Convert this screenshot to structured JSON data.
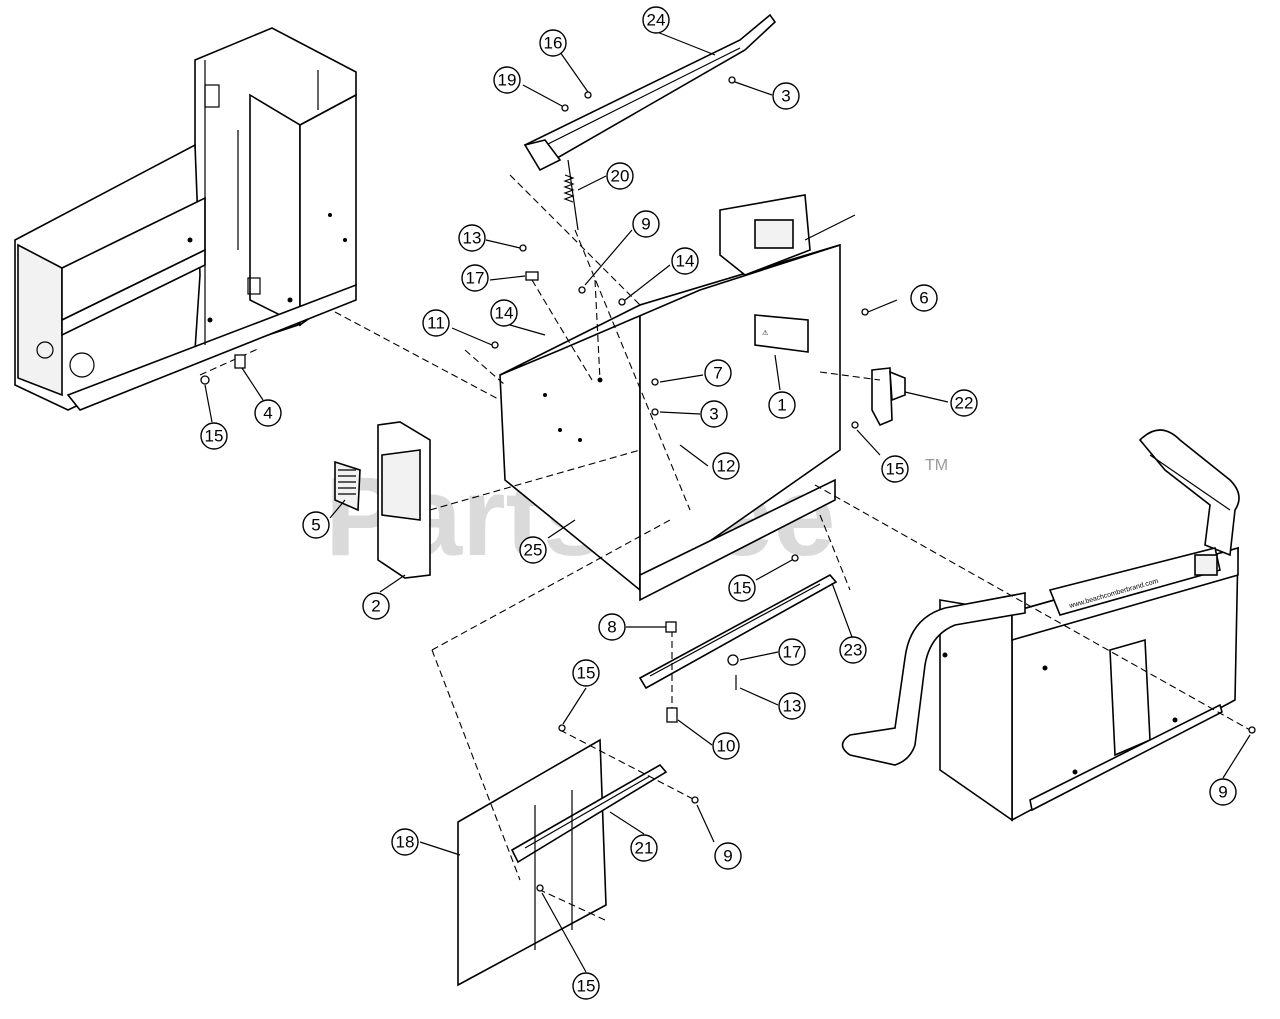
{
  "watermark": {
    "text": "PartsTree",
    "trademark": "TM"
  },
  "callouts": [
    {
      "id": "c24",
      "label": "24"
    },
    {
      "id": "c16",
      "label": "16"
    },
    {
      "id": "c19",
      "label": "19"
    },
    {
      "id": "c3a",
      "label": "3"
    },
    {
      "id": "c20",
      "label": "20"
    },
    {
      "id": "c9a",
      "label": "9"
    },
    {
      "id": "c13a",
      "label": "13"
    },
    {
      "id": "c17a",
      "label": "17"
    },
    {
      "id": "c14a",
      "label": "14"
    },
    {
      "id": "c6",
      "label": "6"
    },
    {
      "id": "c11",
      "label": "11"
    },
    {
      "id": "c14b",
      "label": "14"
    },
    {
      "id": "c7",
      "label": "7"
    },
    {
      "id": "c1",
      "label": "1"
    },
    {
      "id": "c22",
      "label": "22"
    },
    {
      "id": "c3b",
      "label": "3"
    },
    {
      "id": "c15a",
      "label": "15"
    },
    {
      "id": "c4",
      "label": "4"
    },
    {
      "id": "c12",
      "label": "12"
    },
    {
      "id": "c15b",
      "label": "15"
    },
    {
      "id": "c5",
      "label": "5"
    },
    {
      "id": "c25",
      "label": "25"
    },
    {
      "id": "c2",
      "label": "2"
    },
    {
      "id": "c15c",
      "label": "15"
    },
    {
      "id": "c8",
      "label": "8"
    },
    {
      "id": "c17b",
      "label": "17"
    },
    {
      "id": "c23",
      "label": "23"
    },
    {
      "id": "c13b",
      "label": "13"
    },
    {
      "id": "c15d",
      "label": "15"
    },
    {
      "id": "c10",
      "label": "10"
    },
    {
      "id": "c9b",
      "label": "9"
    },
    {
      "id": "c18",
      "label": "18"
    },
    {
      "id": "c21",
      "label": "21"
    },
    {
      "id": "c9c",
      "label": "9"
    },
    {
      "id": "c15e",
      "label": "15"
    }
  ]
}
